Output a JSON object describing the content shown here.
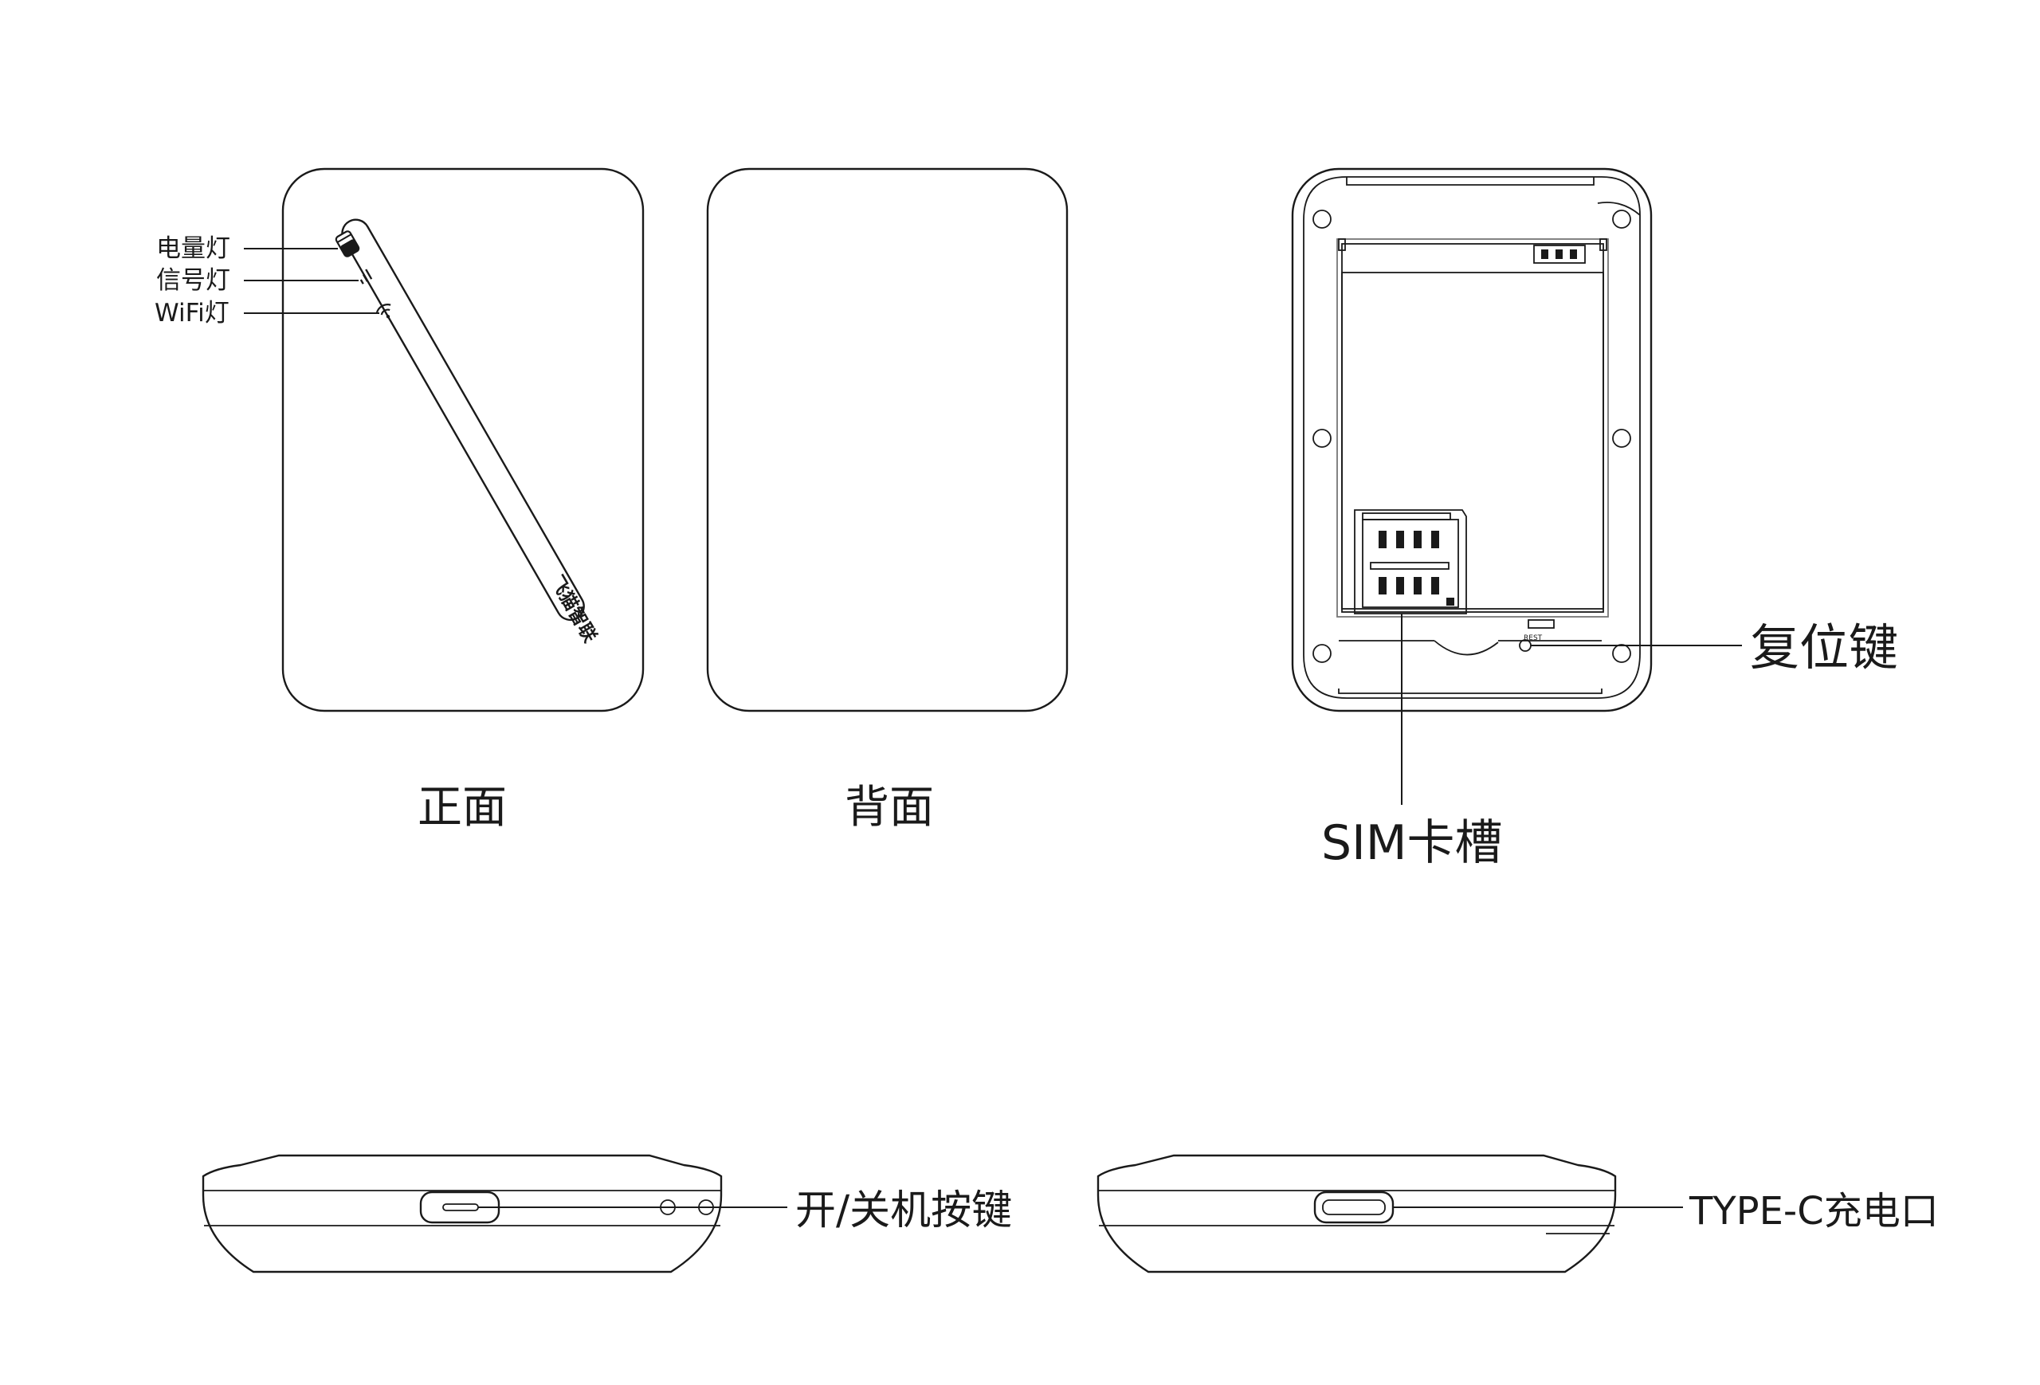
{
  "front": {
    "caption": "正面",
    "labels": {
      "battery": "电量灯",
      "signal": "信号灯",
      "wifi": "WiFi灯"
    },
    "brand": "飞猫智联"
  },
  "back": {
    "caption": "背面"
  },
  "inside": {
    "reset_label": "复位键",
    "reset_marking": "REST",
    "sim_label": "SIM卡槽"
  },
  "side_left": {
    "power_label": "开/关机按键"
  },
  "side_right": {
    "charge_label": "TYPE-C充电口"
  }
}
